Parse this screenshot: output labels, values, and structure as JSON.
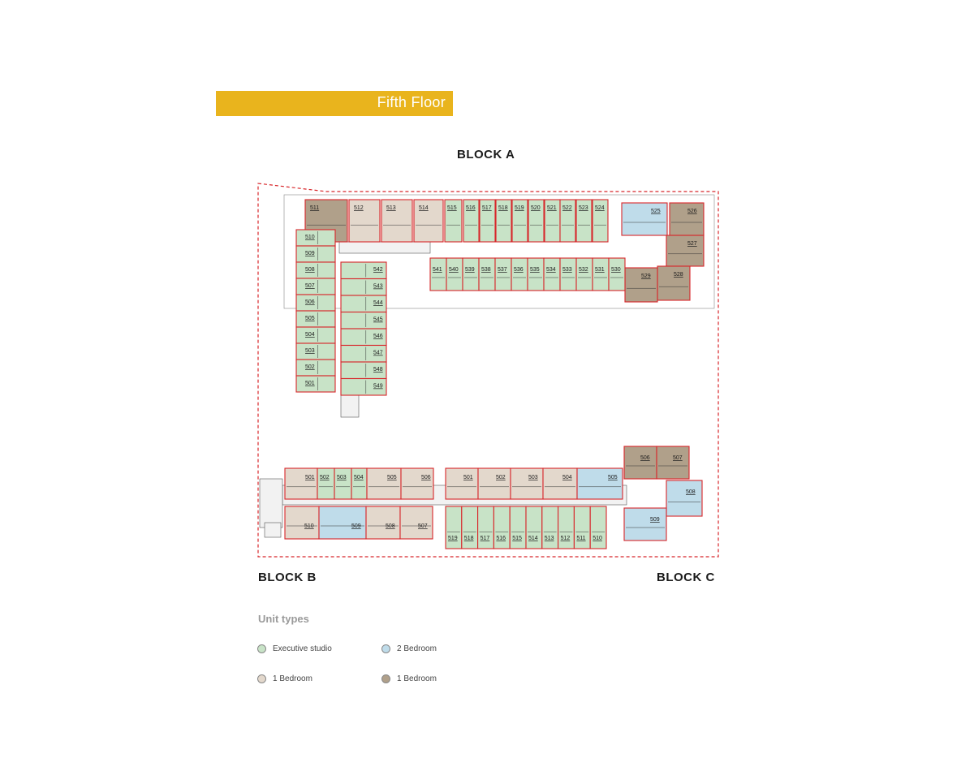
{
  "page_title": "Fifth Floor",
  "blocks": {
    "a": "BLOCK A",
    "b": "BLOCK B",
    "c": "BLOCK C"
  },
  "colors": {
    "title_bar": "#e9b41d",
    "executive_studio": "#c8e3c7",
    "two_bedroom": "#bfdcea",
    "one_bedroom_light": "#e3d8cc",
    "one_bedroom_dark": "#b0a08a",
    "boundary": "#d8262a"
  },
  "legend": {
    "title": "Unit types",
    "items": [
      {
        "label": "Executive studio",
        "color": "#c8e3c7"
      },
      {
        "label": "2 Bedroom",
        "color": "#bfdcea"
      },
      {
        "label": "1 Bedroom",
        "color": "#e3d8cc"
      },
      {
        "label": "1 Bedroom",
        "color": "#b0a08a"
      }
    ]
  },
  "block_a": {
    "top_row": [
      {
        "num": "511",
        "type": "d"
      },
      {
        "num": "512",
        "type": "l"
      },
      {
        "num": "513",
        "type": "l"
      },
      {
        "num": "514",
        "type": "l"
      },
      {
        "num": "515",
        "type": "g"
      },
      {
        "num": "516",
        "type": "g"
      },
      {
        "num": "517",
        "type": "g"
      },
      {
        "num": "518",
        "type": "g"
      },
      {
        "num": "519",
        "type": "g"
      },
      {
        "num": "520",
        "type": "g"
      },
      {
        "num": "521",
        "type": "g"
      },
      {
        "num": "522",
        "type": "g"
      },
      {
        "num": "523",
        "type": "g"
      },
      {
        "num": "524",
        "type": "g"
      }
    ],
    "corner_units": [
      {
        "num": "525",
        "type": "b"
      },
      {
        "num": "526",
        "type": "d"
      },
      {
        "num": "527",
        "type": "d"
      },
      {
        "num": "528",
        "type": "d"
      },
      {
        "num": "529",
        "type": "d"
      }
    ],
    "inner_row": [
      {
        "num": "541",
        "type": "g"
      },
      {
        "num": "540",
        "type": "g"
      },
      {
        "num": "539",
        "type": "g"
      },
      {
        "num": "538",
        "type": "g"
      },
      {
        "num": "537",
        "type": "g"
      },
      {
        "num": "536",
        "type": "g"
      },
      {
        "num": "535",
        "type": "g"
      },
      {
        "num": "534",
        "type": "g"
      },
      {
        "num": "533",
        "type": "g"
      },
      {
        "num": "532",
        "type": "g"
      },
      {
        "num": "531",
        "type": "g"
      },
      {
        "num": "530",
        "type": "g"
      }
    ],
    "left_col": [
      {
        "num": "510",
        "type": "g"
      },
      {
        "num": "509",
        "type": "g"
      },
      {
        "num": "508",
        "type": "g"
      },
      {
        "num": "507",
        "type": "g"
      },
      {
        "num": "506",
        "type": "g"
      },
      {
        "num": "505",
        "type": "g"
      },
      {
        "num": "504",
        "type": "g"
      },
      {
        "num": "503",
        "type": "g"
      },
      {
        "num": "502",
        "type": "g"
      },
      {
        "num": "501",
        "type": "g"
      }
    ],
    "right_col": [
      {
        "num": "542",
        "type": "g"
      },
      {
        "num": "543",
        "type": "g"
      },
      {
        "num": "544",
        "type": "g"
      },
      {
        "num": "545",
        "type": "g"
      },
      {
        "num": "546",
        "type": "g"
      },
      {
        "num": "547",
        "type": "g"
      },
      {
        "num": "548",
        "type": "g"
      },
      {
        "num": "549",
        "type": "g"
      }
    ]
  },
  "block_b": {
    "top_row": [
      {
        "num": "501",
        "type": "l"
      },
      {
        "num": "502",
        "type": "g"
      },
      {
        "num": "503",
        "type": "g"
      },
      {
        "num": "504",
        "type": "g"
      },
      {
        "num": "505",
        "type": "l"
      },
      {
        "num": "506",
        "type": "l"
      }
    ],
    "bottom_row": [
      {
        "num": "510",
        "type": "l"
      },
      {
        "num": "509",
        "type": "b"
      },
      {
        "num": "508",
        "type": "l"
      },
      {
        "num": "507",
        "type": "l"
      }
    ]
  },
  "block_c": {
    "top_row": [
      {
        "num": "501",
        "type": "l"
      },
      {
        "num": "502",
        "type": "l"
      },
      {
        "num": "503",
        "type": "l"
      },
      {
        "num": "504",
        "type": "l"
      },
      {
        "num": "505",
        "type": "b"
      }
    ],
    "corner_units": [
      {
        "num": "506",
        "type": "d"
      },
      {
        "num": "507",
        "type": "d"
      },
      {
        "num": "508",
        "type": "b"
      },
      {
        "num": "509",
        "type": "b"
      }
    ],
    "bottom_row": [
      {
        "num": "519",
        "type": "g"
      },
      {
        "num": "518",
        "type": "g"
      },
      {
        "num": "517",
        "type": "g"
      },
      {
        "num": "516",
        "type": "g"
      },
      {
        "num": "515",
        "type": "g"
      },
      {
        "num": "514",
        "type": "g"
      },
      {
        "num": "513",
        "type": "g"
      },
      {
        "num": "512",
        "type": "g"
      },
      {
        "num": "511",
        "type": "g"
      },
      {
        "num": "510",
        "type": "g"
      }
    ]
  }
}
